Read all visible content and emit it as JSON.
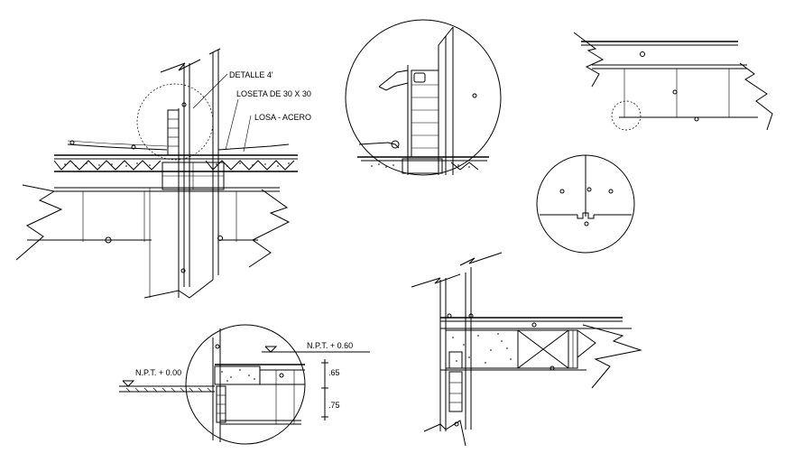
{
  "labels": {
    "detalle": "DETALLE 4'",
    "loseta": "LOSETA DE 30 X 30",
    "losa": "LOSA - ACERO",
    "npt_000": "N.P.T. + 0.00",
    "npt_060": "N.P.T. + 0.60",
    "dim_65": ".65",
    "dim_75": ".75"
  }
}
